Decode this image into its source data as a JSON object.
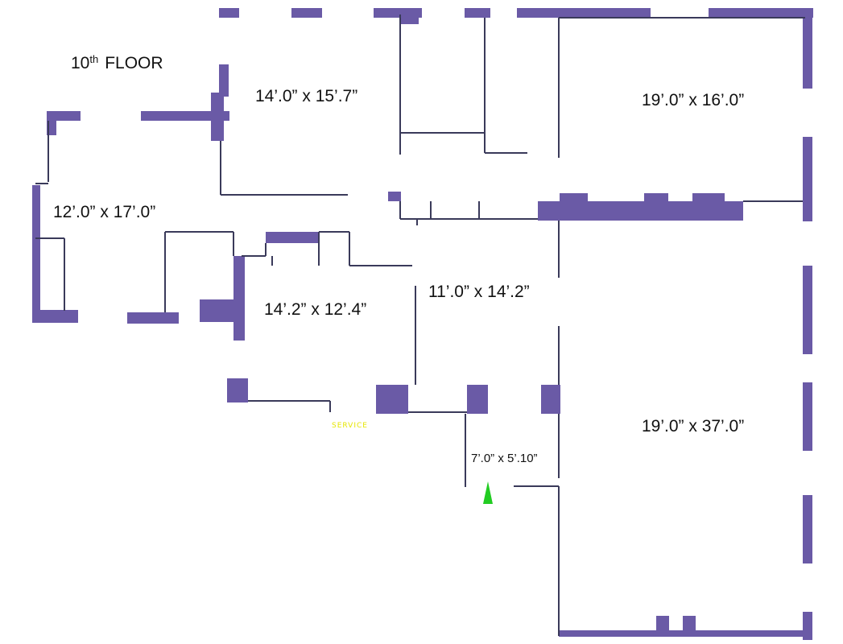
{
  "floor": {
    "number": "10",
    "suffix": "th",
    "word": "FLOOR"
  },
  "rooms": [
    {
      "id": "room-a",
      "dims": "14’.0” x 15’.7”"
    },
    {
      "id": "room-b",
      "dims": "19’.0” x 16’.0”"
    },
    {
      "id": "room-c",
      "dims": "12’.0” x 17’.0”"
    },
    {
      "id": "room-d",
      "dims": "11’.0” x 14’.2”"
    },
    {
      "id": "room-e",
      "dims": "14’.2” x 12’.4”"
    },
    {
      "id": "room-f",
      "dims": "19’.0” x 37’.0”"
    },
    {
      "id": "room-g",
      "dims": "7’.0” x 5’.10”"
    }
  ],
  "service_label": "SERVICE",
  "colors": {
    "wall": "#6a5aa6",
    "line": "#3a3a5a",
    "entry_marker": "#22cc22",
    "service_text": "#e6e600"
  },
  "icons": {
    "entry": "entry-arrow-icon"
  }
}
